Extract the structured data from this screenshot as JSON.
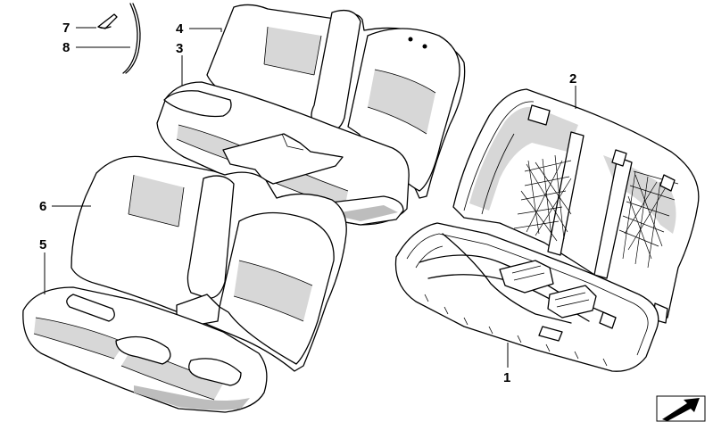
{
  "callouts": [
    {
      "id": "1",
      "label": "1"
    },
    {
      "id": "2",
      "label": "2"
    },
    {
      "id": "3",
      "label": "3"
    },
    {
      "id": "4",
      "label": "4"
    },
    {
      "id": "5",
      "label": "5"
    },
    {
      "id": "6",
      "label": "6"
    },
    {
      "id": "7",
      "label": "7"
    },
    {
      "id": "8",
      "label": "8"
    }
  ],
  "icons": {
    "corner": "page-corner-arrow-icon"
  }
}
